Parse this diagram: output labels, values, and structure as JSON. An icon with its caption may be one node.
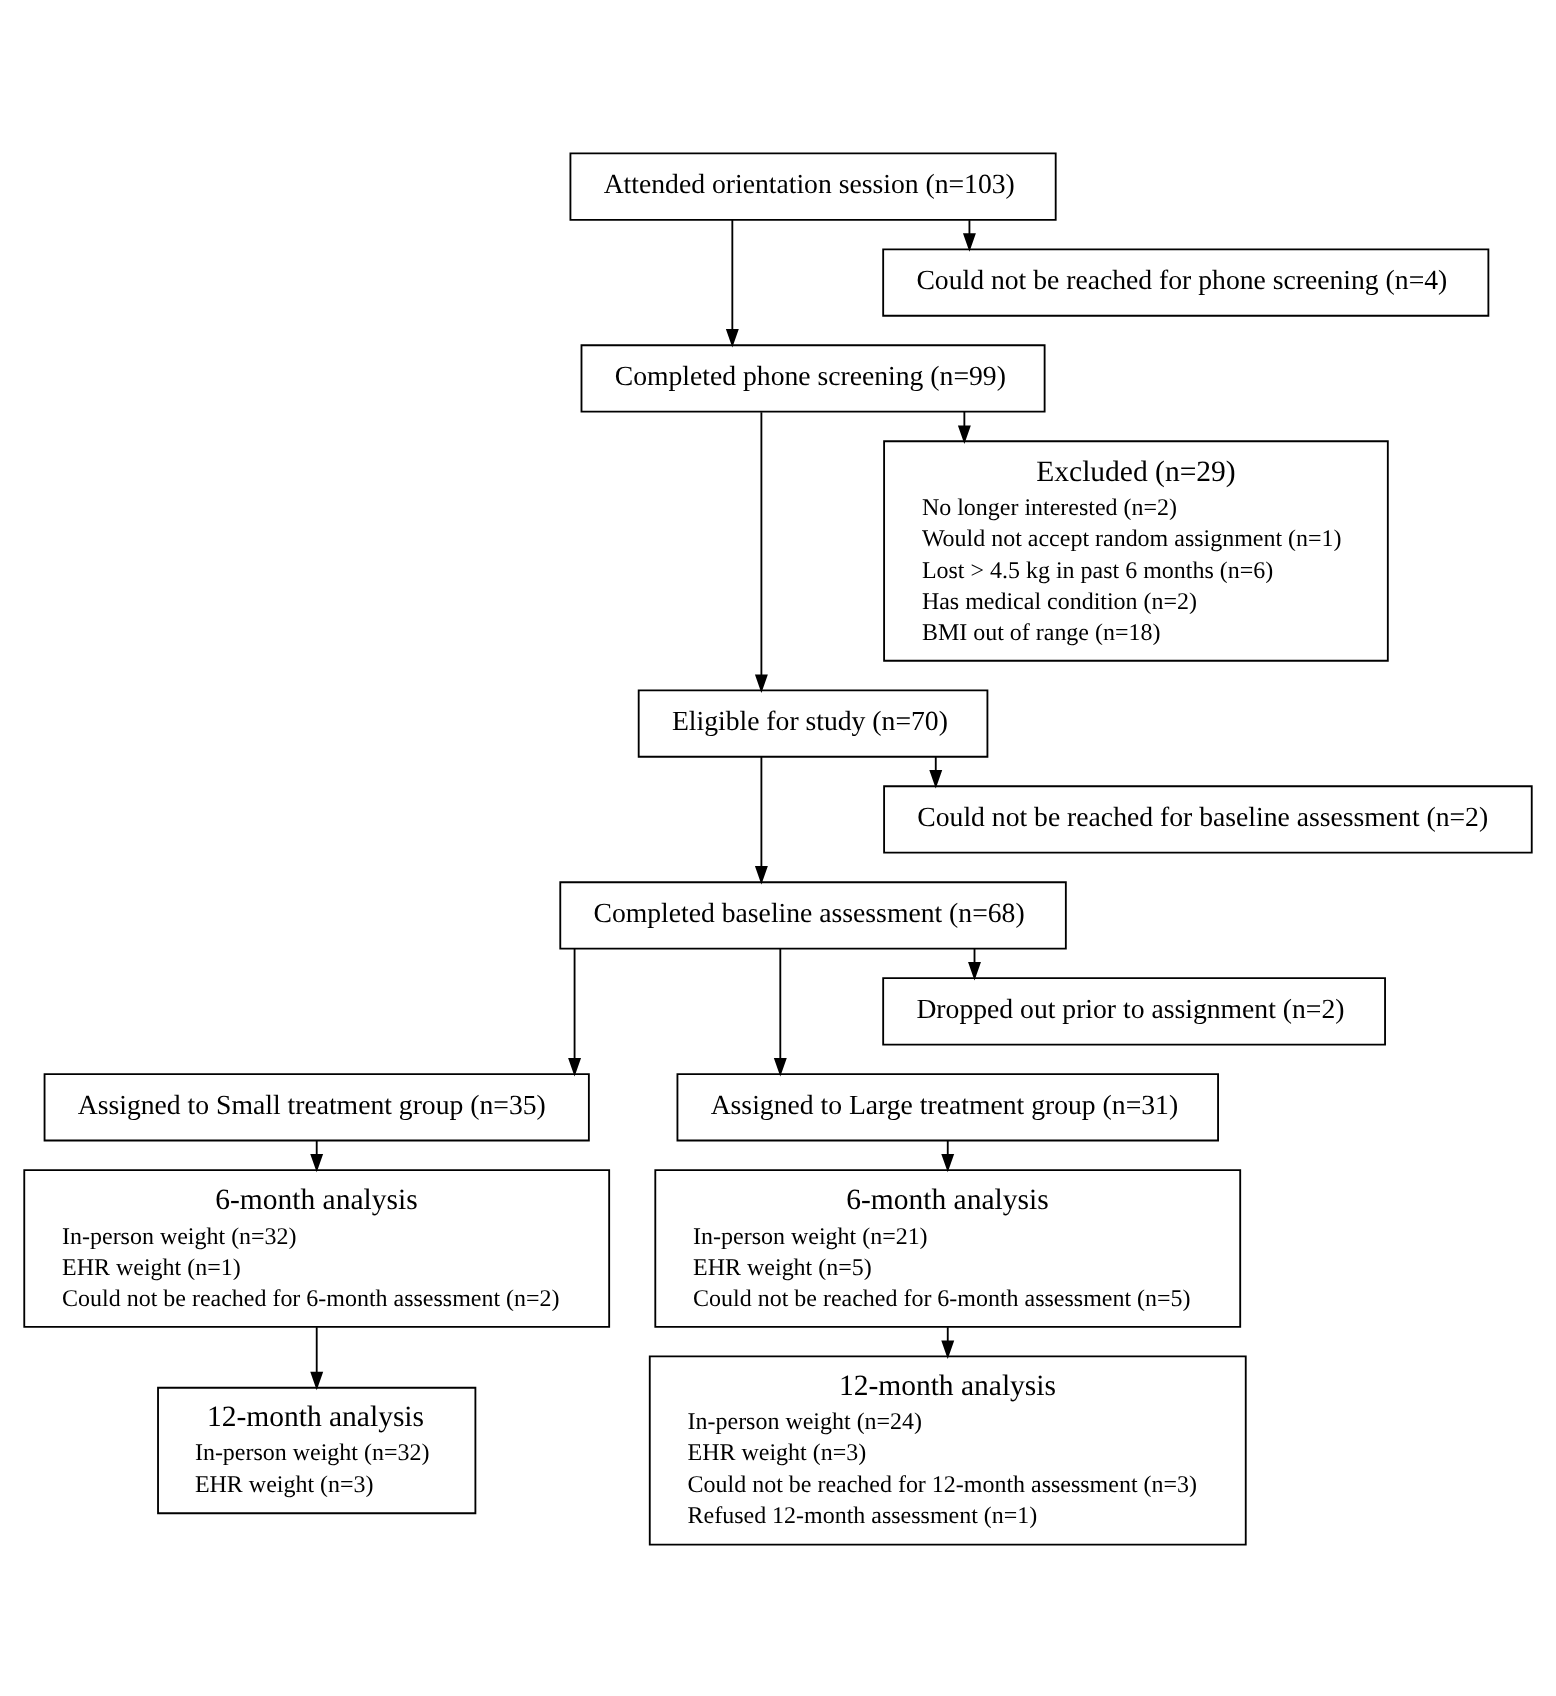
{
  "diagram": {
    "nodes": [
      {
        "text": [
          "Attended orientation session (n=103)"
        ]
      },
      {
        "text": [
          "Could not be reached for phone screening (n=4)"
        ]
      },
      {
        "text": [
          "Completed phone screening (n=99)"
        ]
      },
      {
        "text": [
          "Excluded (n=29)",
          "No longer interested (n=2)",
          "Would not accept random assignment (n=1)",
          "Lost > 4.5 kg in past 6 months (n=6)",
          "Has medical condition (n=2)",
          "BMI out of range (n=18)"
        ]
      },
      {
        "text": [
          "Eligible for study (n=70)"
        ]
      },
      {
        "text": [
          "Could not be reached for baseline assessment (n=2)"
        ]
      },
      {
        "text": [
          "Completed baseline assessment (n=68)"
        ]
      },
      {
        "text": [
          "Dropped out prior to assignment (n=2)"
        ]
      },
      {
        "text": [
          "Assigned to Small treatment group (n=35)"
        ]
      },
      {
        "text": [
          "Assigned to Large treatment group (n=31)"
        ]
      },
      {
        "text": [
          "6-month analysis",
          "In-person weight (n=32)",
          "EHR weight (n=1)",
          "Could not be reached for 6-month assessment (n=2)"
        ]
      },
      {
        "text": [
          "6-month analysis",
          "In-person weight (n=21)",
          "EHR weight (n=5)",
          "Could not be reached for 6-month assessment (n=5)"
        ]
      },
      {
        "text": [
          "12-month analysis",
          "In-person weight (n=32)",
          "EHR weight (n=3)"
        ]
      },
      {
        "text": [
          "12-month analysis",
          "In-person weight (n=24)",
          "EHR weight (n=3)",
          "Could not be reached for 12-month assessment (n=3)",
          "Refused 12-month assessment (n=1)"
        ]
      }
    ],
    "edges": [
      {
        "from": 0,
        "to": 2,
        "arrow": "to"
      },
      {
        "from": 0,
        "to": 1,
        "arrow": "to"
      },
      {
        "from": 2,
        "to": 4,
        "arrow": "to"
      },
      {
        "from": 2,
        "to": 3,
        "arrow": "to"
      },
      {
        "from": 4,
        "to": 6,
        "arrow": "to"
      },
      {
        "from": 4,
        "to": 5,
        "arrow": "to"
      },
      {
        "from": 6,
        "to": 8,
        "arrow": "to"
      },
      {
        "from": 6,
        "to": 9,
        "arrow": "to"
      },
      {
        "from": 6,
        "to": 7,
        "arrow": "to"
      },
      {
        "from": 8,
        "to": 10,
        "arrow": "to"
      },
      {
        "from": 9,
        "to": 11,
        "arrow": "to"
      },
      {
        "from": 10,
        "to": 12,
        "arrow": "to"
      },
      {
        "from": 11,
        "to": 13,
        "arrow": "to"
      }
    ]
  }
}
